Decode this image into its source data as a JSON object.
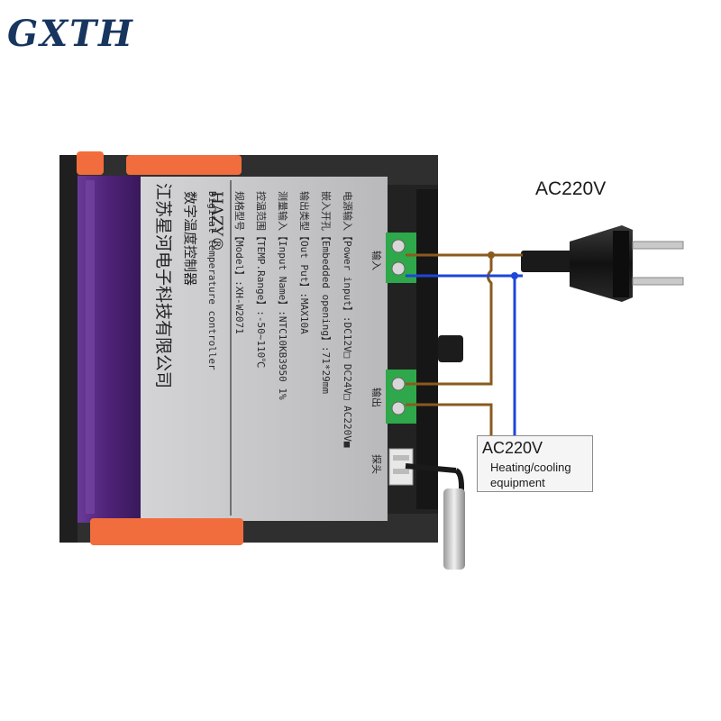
{
  "logo": "GXTH",
  "labels": {
    "power_supply": "AC220V",
    "load_title": "AC220V",
    "load_line1": "Heating/cooling",
    "load_line2": "equipment"
  },
  "device": {
    "company": "江苏星河电子科技有限公司",
    "product_cn": "数字温度控制器",
    "product_en": "Digital temperature controller",
    "brand": "HAZY®",
    "specs": [
      "规格型号【Model】:XH-W2071",
      "控温范围【TEMP.Range】:-50~110℃",
      "测量输入【Input Name】:NTC10KB3950 1%",
      "输出类型【Out Put】:MAX10A",
      "嵌入开孔【Embedded opening】:71*29mm",
      "电源输入【Power input】:DC12V□ DC24V□ AC220V■"
    ],
    "terminal_input": "输入",
    "terminal_output": "输出",
    "terminal_probe": "探头"
  },
  "colors": {
    "wire_live": "#8a5a1e",
    "wire_neutral": "#1e46d8",
    "casing": "#2f2f30",
    "label_plate": "#c7c7c9",
    "clip": "#f26d3d",
    "window_tint": "#5b2a86",
    "terminal_green": "#2ea84a"
  }
}
